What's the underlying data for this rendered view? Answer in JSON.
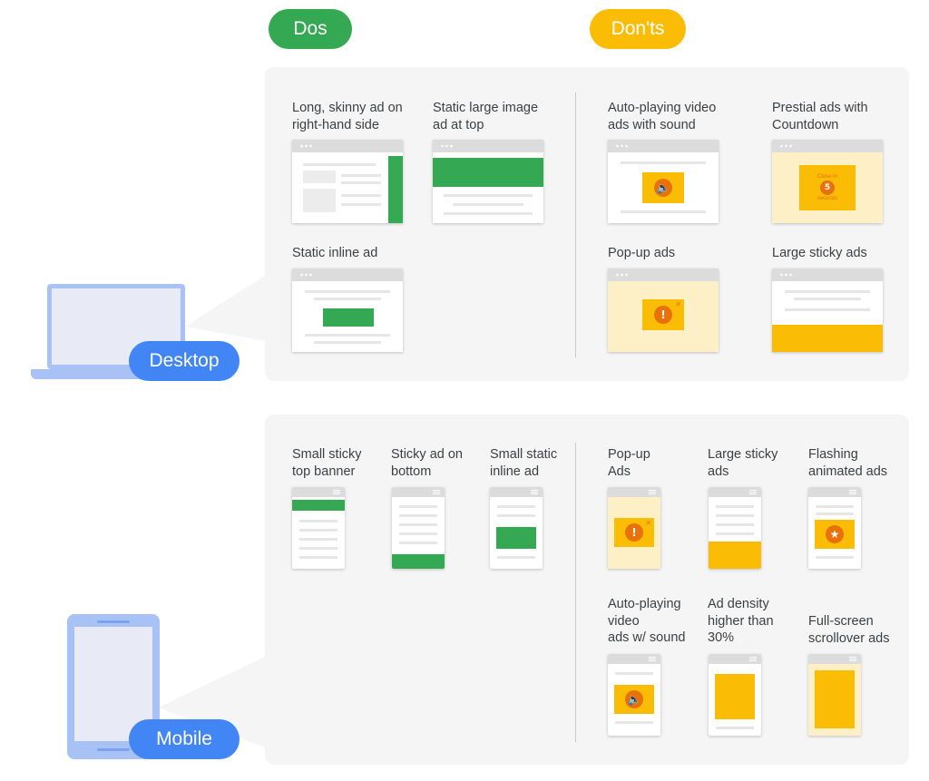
{
  "header": {
    "dos": "Dos",
    "donts": "Don'ts"
  },
  "devices": {
    "desktop": "Desktop",
    "mobile": "Mobile"
  },
  "desktop": {
    "dos": [
      {
        "label": "Long, skinny ad on\nright-hand side"
      },
      {
        "label": "Static large image\nad at top"
      },
      {
        "label": "Static inline ad"
      }
    ],
    "donts": [
      {
        "label": "Auto-playing video\nads with sound"
      },
      {
        "label": "Prestial ads with\nCountdown",
        "ad_text_top": "Close in",
        "countdown": "5",
        "ad_text_bottom": "seconds"
      },
      {
        "label": "Pop-up ads"
      },
      {
        "label": "Large sticky ads"
      }
    ]
  },
  "mobile": {
    "dos": [
      {
        "label": "Small sticky\ntop banner"
      },
      {
        "label": "Sticky ad on\nbottom"
      },
      {
        "label": "Small static\ninline ad"
      }
    ],
    "donts": [
      {
        "label": "Pop-up\nAds"
      },
      {
        "label": "Large sticky\nads"
      },
      {
        "label": "Flashing\nanimated ads"
      },
      {
        "label": "Auto-playing\nvideo\nads w/ sound"
      },
      {
        "label": "Ad density\nhigher than\n30%"
      },
      {
        "label": "Full-screen\nscrollover ads"
      }
    ]
  },
  "icons": {
    "sound": "speaker-icon",
    "alert": "exclamation-icon",
    "star": "star-icon",
    "close": "close-icon"
  },
  "colors": {
    "dos": "#34a853",
    "donts": "#fbbc05",
    "device": "#4285f4",
    "device_frame": "#a9c2f5",
    "panel": "#f5f5f5"
  }
}
